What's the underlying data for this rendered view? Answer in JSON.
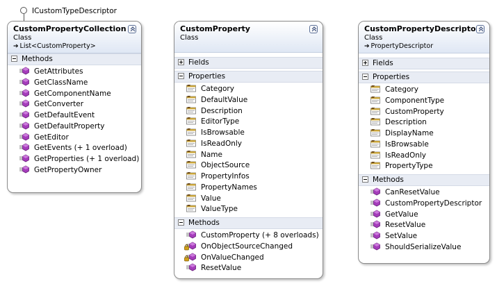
{
  "interface": {
    "label": "ICustomTypeDescriptor"
  },
  "boxes": {
    "collection": {
      "title": "CustomPropertyCollection",
      "kind": "Class",
      "base": "List<CustomProperty>",
      "methods_label": "Methods",
      "methods": [
        "GetAttributes",
        "GetClassName",
        "GetComponentName",
        "GetConverter",
        "GetDefaultEvent",
        "GetDefaultProperty",
        "GetEditor",
        "GetEvents (+ 1 overload)",
        "GetProperties (+ 1 overload)",
        "GetPropertyOwner"
      ]
    },
    "property": {
      "title": "CustomProperty",
      "kind": "Class",
      "fields_label": "Fields",
      "properties_label": "Properties",
      "properties": [
        "Category",
        "DefaultValue",
        "Description",
        "EditorType",
        "IsBrowsable",
        "IsReadOnly",
        "Name",
        "ObjectSource",
        "PropertyInfos",
        "PropertyNames",
        "Value",
        "ValueType"
      ],
      "methods_label": "Methods",
      "methods": [
        "CustomProperty (+ 8 overloads)",
        "OnObjectSourceChanged",
        "OnValueChanged",
        "ResetValue"
      ]
    },
    "descriptor": {
      "title": "CustomPropertyDescriptor",
      "kind": "Class",
      "base": "PropertyDescriptor",
      "fields_label": "Fields",
      "properties_label": "Properties",
      "properties": [
        "Category",
        "ComponentType",
        "CustomProperty",
        "Description",
        "DisplayName",
        "IsBrowsable",
        "IsReadOnly",
        "PropertyType"
      ],
      "methods_label": "Methods",
      "methods": [
        "CanResetValue",
        "CustomPropertyDescriptor",
        "GetValue",
        "ResetValue",
        "SetValue",
        "ShouldSerializeValue"
      ]
    }
  },
  "colors": {
    "method_icon": "#a53dbb",
    "property_icon": "#c9a43a",
    "protected_lock": "#d4a017",
    "header_gradient_end": "#dfe7f4",
    "section_bg": "#e8ecf4"
  }
}
